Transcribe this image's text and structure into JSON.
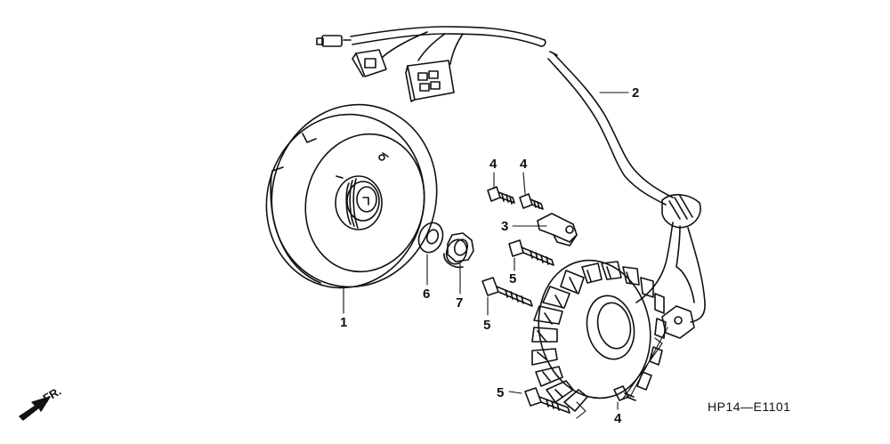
{
  "diagram": {
    "callouts": [
      {
        "id": "1",
        "text": "1"
      },
      {
        "id": "2",
        "text": "2"
      },
      {
        "id": "3",
        "text": "3"
      },
      {
        "id": "4a",
        "text": "4"
      },
      {
        "id": "4b",
        "text": "4"
      },
      {
        "id": "4c",
        "text": "4"
      },
      {
        "id": "5a",
        "text": "5"
      },
      {
        "id": "5b",
        "text": "5"
      },
      {
        "id": "5c",
        "text": "5"
      },
      {
        "id": "6",
        "text": "6"
      },
      {
        "id": "7",
        "text": "7"
      }
    ],
    "front_label": "FR.",
    "figure_code": "HP14—E1101",
    "line_color": "#111111"
  }
}
